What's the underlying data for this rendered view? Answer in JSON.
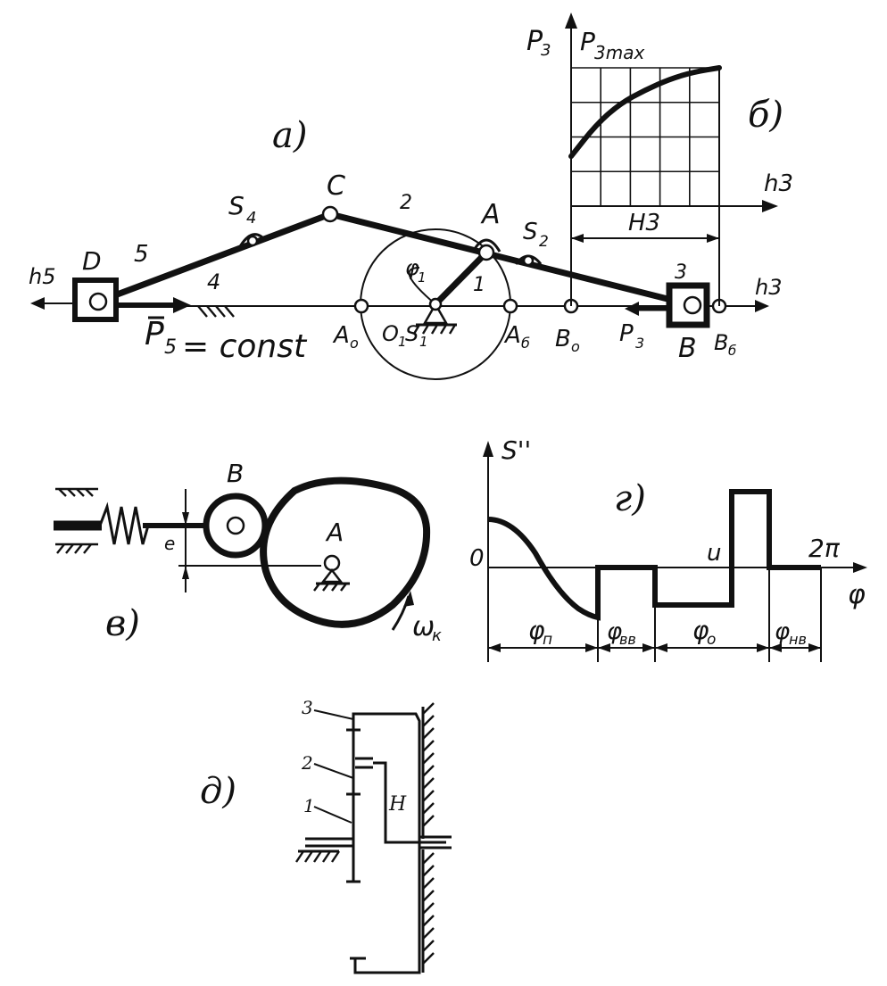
{
  "panels": {
    "a": {
      "label": "а)",
      "points": {
        "D": "D",
        "C": "C",
        "A": "A",
        "B": "B",
        "S4": "S",
        "S4_sub": "4",
        "S2": "S",
        "S2_sub": "2",
        "A0": "A",
        "A0_sub": "o",
        "Ab": "A",
        "Ab_sub": "б",
        "B0": "B",
        "B0_sub": "o",
        "Bb": "B",
        "Bb_sub": "б",
        "O1": "O",
        "O1_sub": "1",
        "S1": "S",
        "S1_sub": "1"
      },
      "links": {
        "l1": "1",
        "l2": "2",
        "l3": "3",
        "l4": "4",
        "l5": "5"
      },
      "h5": "h5",
      "h3": "h3",
      "phi1": "φ",
      "phi1_sub": "1",
      "P5": "P",
      "P5_sub": "5",
      "P5_text": "= const",
      "P3": "P",
      "P3_sub": "3"
    },
    "b": {
      "label": "б)",
      "p3": "P",
      "p3_sub": "3",
      "p3max": "P",
      "p3max_sub": "3max",
      "h3": "h3",
      "H3": "H3"
    },
    "v": {
      "label": "в)",
      "B": "B",
      "A": "A",
      "e": "e",
      "omega": "ω",
      "omega_sub": "к"
    },
    "g": {
      "label": "г)",
      "y_axis": "S''",
      "x_axis": "φ",
      "zero": "0",
      "two_pi": "2π",
      "u": "u",
      "phi_p": "φ",
      "phi_p_sub": "п",
      "phi_vv": "φ",
      "phi_vv_sub": "вв",
      "phi_o": "φ",
      "phi_o_sub": "о",
      "phi_nv": "φ",
      "phi_nv_sub": "нв"
    },
    "d": {
      "label": "д)",
      "n1": "1",
      "n2": "2",
      "n3": "3",
      "H": "H"
    }
  },
  "chart_data": {
    "type": "line",
    "ylabel": "P3",
    "ymax_label": "P3max",
    "xlabel": "h3",
    "x_span_label": "H3",
    "x": [
      0.0,
      0.17,
      0.33,
      0.5,
      0.67,
      0.83,
      1.0
    ],
    "y": [
      0.36,
      0.59,
      0.74,
      0.84,
      0.92,
      0.97,
      1.0
    ]
  }
}
